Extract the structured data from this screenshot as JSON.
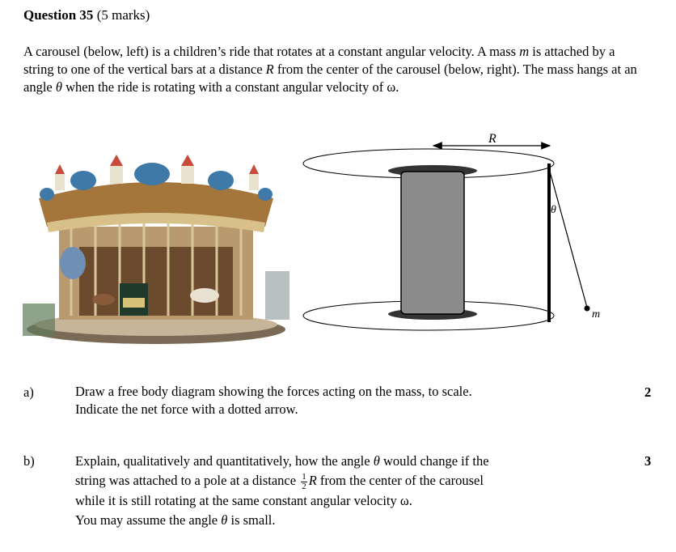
{
  "question": {
    "number_label": "Question 35",
    "marks_label": "(5 marks)"
  },
  "intro": {
    "sentence1_a": "A carousel (below, left) is a children’s ride that rotates at a constant angular velocity. A mass ",
    "sym_m": "m",
    "sentence1_b": " is attached by a string to one of the vertical bars at a distance ",
    "sym_R": "R",
    "sentence1_c": " from the center of the carousel (below, right). The mass hangs at an angle ",
    "sym_theta": "θ",
    "sentence1_d": " when the ride is rotating with a constant angular velocity of ω."
  },
  "diagram": {
    "label_R": "R",
    "label_theta": "θ",
    "label_m": "m"
  },
  "parts": [
    {
      "label": "a)",
      "line1": "Draw a free body diagram showing the forces acting on the mass, to scale.",
      "line2": "Indicate the net force with a dotted arrow.",
      "marks": "2"
    },
    {
      "label": "b)",
      "line1_a": "Explain, qualitatively and quantitatively, how the angle ",
      "line1_sym": "θ",
      "line1_b": " would change if the",
      "line2_a": "string was attached to a pole at a distance ",
      "frac_num": "1",
      "frac_den": "2",
      "line2_sym": "R",
      "line2_b": " from the center of the carousel",
      "line3": "while it is still rotating at the same constant angular velocity ω.",
      "line4_a": "You may assume the angle ",
      "line4_sym": "θ",
      "line4_b": " is small.",
      "marks": "3"
    }
  ]
}
